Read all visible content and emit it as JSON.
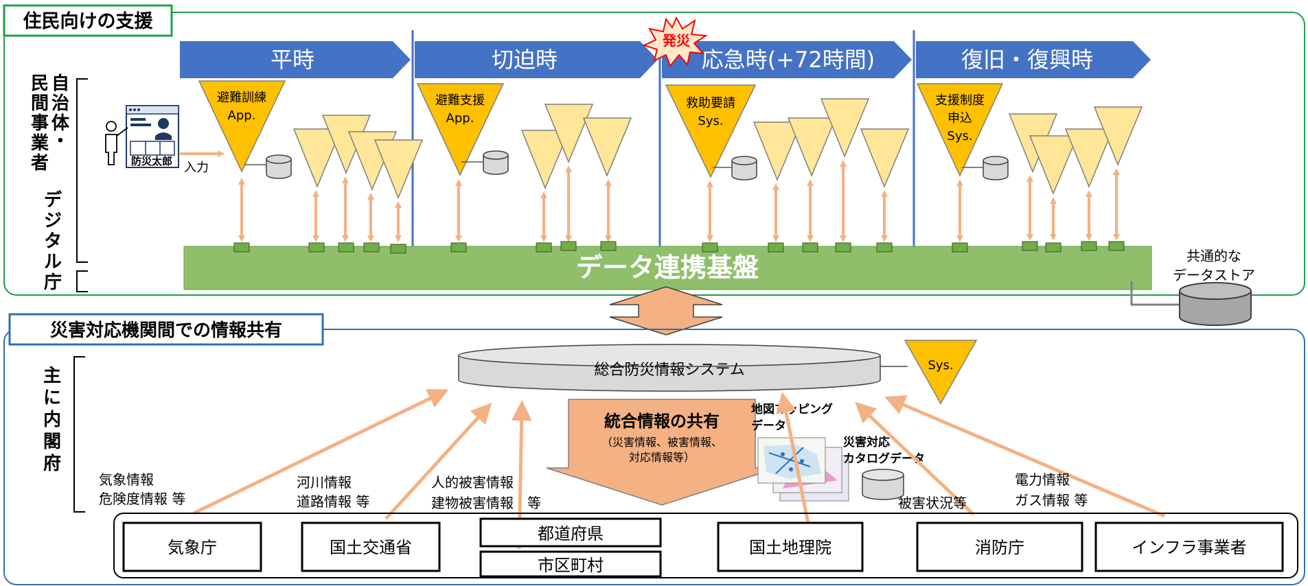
{
  "colors": {
    "green_frame": "#1f9e4a",
    "blue_frame": "#2f6fb3",
    "phase_blue": "#4472c4",
    "orange_trig": "#ffc000",
    "light_trig": "#ffe699",
    "salmon": "#f4b183",
    "platform_green": "#8fbf6a",
    "connector_green": "#70ad47",
    "burst_red": "#ff0000",
    "burst_fill": "#ffe8c8"
  },
  "section1": {
    "title": "住民向けの支援",
    "side_label_1": "自治体・民間事業者",
    "side_label_2": "デジタル庁",
    "phases": [
      "平時",
      "切迫時",
      "応急時(+72時間)",
      "復旧・復興時"
    ],
    "burst": "発災",
    "apps": [
      {
        "line1": "避難訓練",
        "line2": "App."
      },
      {
        "line1": "避難支援",
        "line2": "App."
      },
      {
        "line1": "救助要請",
        "line2": "Sys."
      },
      {
        "line1": "支援制度",
        "line2": "申込",
        "line3": "Sys."
      }
    ],
    "user_name": "防災太郎",
    "input_label": "入力",
    "platform": "データ連携基盤",
    "store_label_1": "共通的な",
    "store_label_2": "データストア",
    "user_icon": "citizen-with-screen-icon"
  },
  "section2": {
    "title": "災害対応機関間での情報共有",
    "side_label": "主に内閣府",
    "system": "総合防災情報システム",
    "sys_label": "Sys.",
    "share_title": "統合情報の共有",
    "share_sub1": "（災害情報、被害情報、",
    "share_sub2": "対応情報等）",
    "map_label_1": "地図マッピング",
    "map_label_2": "データ",
    "catalog_label_1": "災害対応",
    "catalog_label_2": "カタログデータ",
    "info_labels": [
      {
        "line1": "気象情報",
        "line2": "危険度情報 等"
      },
      {
        "line1": "河川情報",
        "line2": "道路情報 等"
      },
      {
        "line1": "人的被害情報",
        "line2": "建物被害情報　等"
      },
      {
        "line1": "被害状況等",
        "line2": ""
      },
      {
        "line1": "電力情報",
        "line2": "ガス情報 等"
      }
    ],
    "agencies": [
      "気象庁",
      "国土交通省",
      "都道府県",
      "市区町村",
      "国土地理院",
      "消防庁",
      "インフラ事業者"
    ]
  }
}
